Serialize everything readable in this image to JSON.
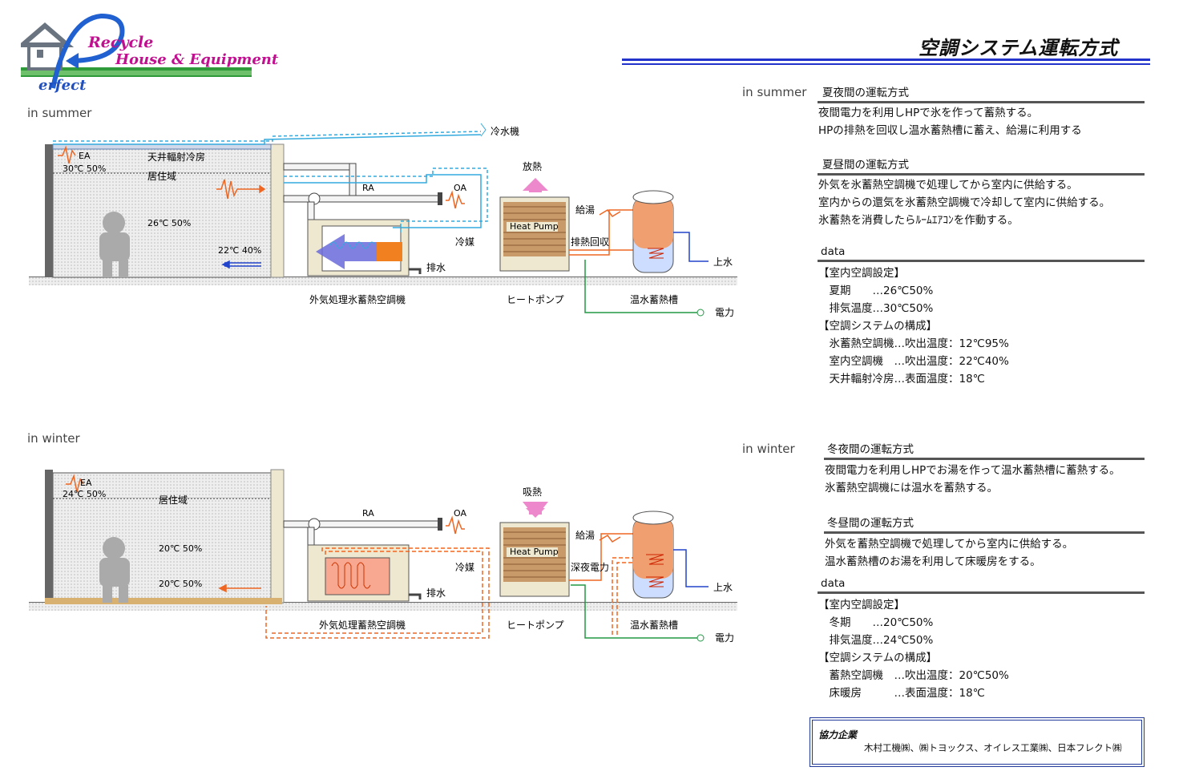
{
  "logo": {
    "line1": "Recycle",
    "line2": "House & Equipment",
    "line3": "erfect"
  },
  "title": "空調システム運転方式",
  "summer": {
    "season_label": "in summer",
    "diagram": {
      "chiller": "冷水機",
      "ea": "EA",
      "ea_temp": "30℃ 50%",
      "ceiling": "天井輻射冷房",
      "zone": "居住域",
      "room_temp": "26℃ 50%",
      "supply_temp": "22℃ 40%",
      "ra": "RA",
      "oa": "OA",
      "heat_release": "放熱",
      "hp_label": "Heat Pump",
      "hot_water": "給湯",
      "refrigerant": "冷媒",
      "heat_recovery": "排熱回収",
      "drain": "排水",
      "water_supply": "上水",
      "power": "電力",
      "unit_name": "外気処理氷蓄熱空調機",
      "hp_name": "ヒートポンプ",
      "tank_name": "温水蓄熱槽"
    },
    "night_heading": "夏夜間の運転方式",
    "night_lines": [
      "夜間電力を利用しHPで氷を作って蓄熱する。",
      "HPの排熱を回収し温水蓄熱槽に蓄え、給湯に利用する"
    ],
    "day_heading": "夏昼間の運転方式",
    "day_lines": [
      "外気を氷蓄熱空調機で処理してから室内に供給する。",
      "室内からの還気を氷蓄熱空調機で冷却して室内に供給する。",
      "氷蓄熱を消費したらﾙｰﾑｴｱｺﾝを作動する。"
    ],
    "data_heading": "data",
    "data_lines": [
      "【室内空調設定】",
      "　夏期　　…26℃50%",
      "　排気温度…30℃50%",
      "【空調システムの構成】",
      "　氷蓄熱空調機…吹出温度：12℃95%",
      "　室内空調機　…吹出温度：22℃40%",
      "　天井輻射冷房…表面温度：18℃"
    ]
  },
  "winter": {
    "season_label": "in winter",
    "diagram": {
      "ea": "EA",
      "ea_temp": "24℃ 50%",
      "zone": "居住域",
      "room_temp": "20℃ 50%",
      "floor_temp": "20℃ 50%",
      "ra": "RA",
      "oa": "OA",
      "heat_absorb": "吸熱",
      "hp_label": "Heat Pump",
      "hot_water": "給湯",
      "refrigerant": "冷媒",
      "night_power": "深夜電力",
      "drain": "排水",
      "water_supply": "上水",
      "power": "電力",
      "unit_name": "外気処理蓄熱空調機",
      "hp_name": "ヒートポンプ",
      "tank_name": "温水蓄熱槽"
    },
    "night_heading": "冬夜間の運転方式",
    "night_lines": [
      "夜間電力を利用しHPでお湯を作って温水蓄熱槽に蓄熱する。",
      "氷蓄熱空調機には温水を蓄熱する。"
    ],
    "day_heading": "冬昼間の運転方式",
    "day_lines": [
      "外気を蓄熱空調機で処理してから室内に供給する。",
      "温水蓄熱槽のお湯を利用して床暖房をする。"
    ],
    "data_heading": "data",
    "data_lines": [
      "【室内空調設定】",
      "　冬期　　…20℃50%",
      "　排気温度…24℃50%",
      "【空調システムの構成】",
      "　蓄熱空調機　…吹出温度：20℃50%",
      "　床暖房　　　…表面温度：18℃"
    ]
  },
  "credit": {
    "heading": "協力企業",
    "companies": "木村工機㈱、㈱トヨックス、オイレス工業㈱、日本フレクト㈱"
  },
  "colors": {
    "accent_blue": "#2233cc",
    "cool_cyan": "#33aadd",
    "warm_orange": "#ee6622",
    "power_green": "#229944",
    "pink": "#ee66bb"
  }
}
